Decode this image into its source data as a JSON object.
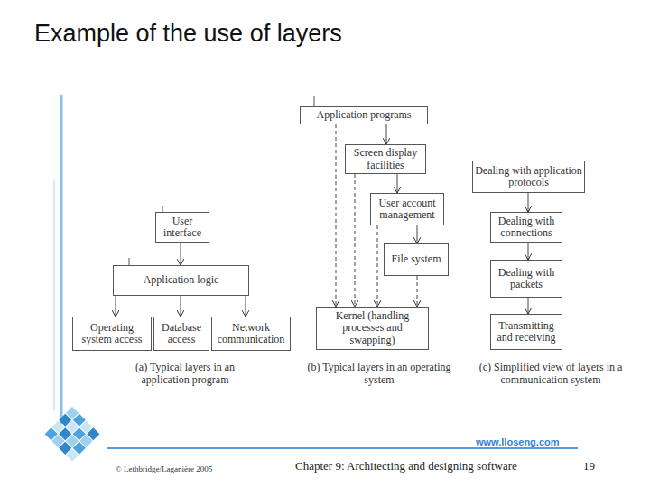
{
  "diagram": {
    "title": "Example of the use of layers",
    "nodes": [
      {
        "text": [
          "User interface"
        ]
      },
      {
        "text": [
          "Application logic"
        ]
      },
      {
        "text": [
          "Operating system access"
        ]
      },
      {
        "text": [
          "Database access"
        ]
      },
      {
        "text": [
          "Network communication"
        ]
      },
      {
        "text": [
          "Application programs"
        ]
      },
      {
        "text": [
          "Screen display facilities"
        ]
      },
      {
        "text": [
          "User account management"
        ]
      },
      {
        "text": [
          "File system"
        ]
      },
      {
        "text": [
          "Kernel (handling processes and swapping)"
        ]
      },
      {
        "text": [
          "Dealing with application protocols"
        ]
      },
      {
        "text": [
          "Dealing with connections"
        ]
      },
      {
        "text": [
          "Dealing with packets"
        ]
      },
      {
        "text": [
          "Transmitting and receiving"
        ]
      }
    ],
    "edges": [
      {
        "from": 0,
        "to": 1,
        "arrow": "to"
      },
      {
        "from": 1,
        "to": 2,
        "arrow": "to"
      },
      {
        "from": 1,
        "to": 3,
        "arrow": "to"
      },
      {
        "from": 1,
        "to": 4,
        "arrow": "to"
      },
      {
        "from": 5,
        "to": 6,
        "arrow": "to"
      },
      {
        "from": 6,
        "to": 7,
        "arrow": "to"
      },
      {
        "from": 7,
        "to": 8,
        "arrow": "to"
      },
      {
        "from": 5,
        "to": 9,
        "arrow": "to"
      },
      {
        "from": 6,
        "to": 9,
        "arrow": "to"
      },
      {
        "from": 7,
        "to": 9,
        "arrow": "to"
      },
      {
        "from": 8,
        "to": 9,
        "arrow": "to"
      },
      {
        "from": 10,
        "to": 11,
        "arrow": "to"
      },
      {
        "from": 11,
        "to": 12,
        "arrow": "to"
      },
      {
        "from": 12,
        "to": 13,
        "arrow": "to"
      }
    ],
    "labels": [
      "(a) Typical layers in an application program",
      "(b) Typical layers in an operating system",
      "(c) Simplified view of layers in a communication system",
      "www.lloseng.com",
      "© Lethbridge/Laganière 2005",
      "Chapter 9: Architecting and designing software",
      "19"
    ]
  }
}
